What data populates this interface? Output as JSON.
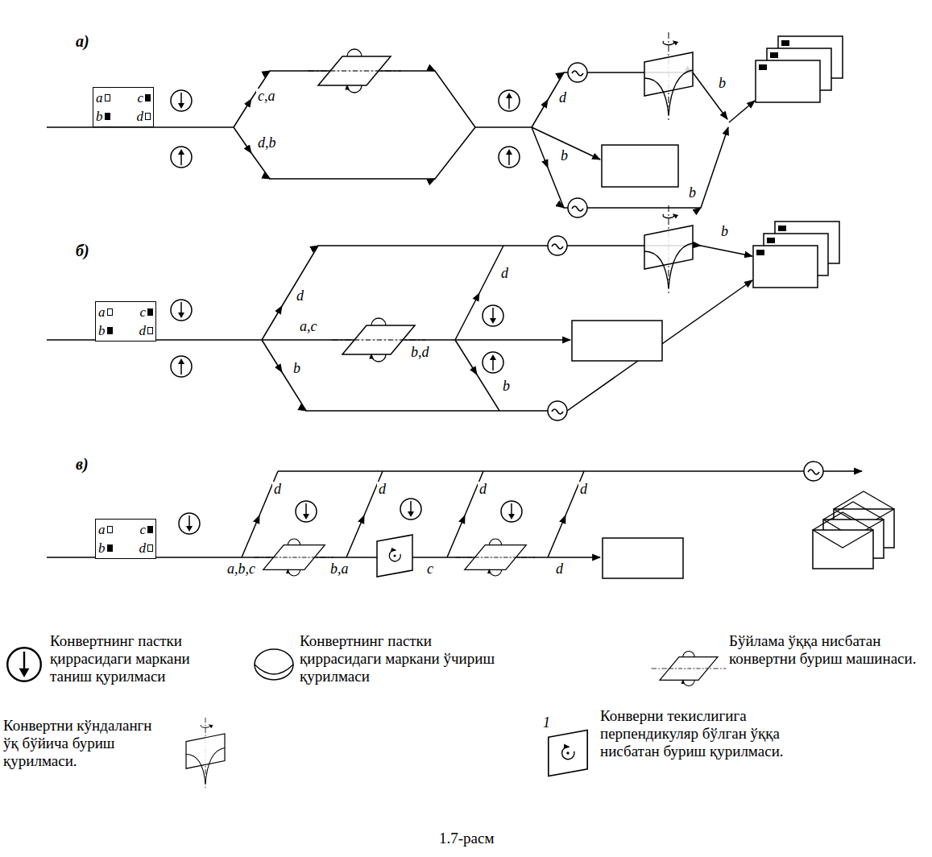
{
  "diagram": {
    "caption": "1.7-расм",
    "nodes": [
      {
        "text": [
          "a",
          "c",
          "b",
          "d"
        ]
      },
      {
        "text": [
          "a",
          "c",
          "b",
          "d"
        ]
      },
      {
        "text": [
          "a",
          "c",
          "b",
          "d"
        ]
      }
    ],
    "labels": [
      "а)",
      "c,a",
      "d,b",
      "d",
      "b",
      "b",
      "b",
      "б)",
      "d",
      "a,c",
      "b,d",
      "d",
      "b",
      "b",
      "b",
      "в)",
      "d",
      "d",
      "d",
      "d",
      "a,b,c",
      "b,a",
      "c",
      "d",
      "1"
    ],
    "legend": [
      {
        "text": "Конвертнинг пастки қиррасидаги маркани таниш қурилмаси"
      },
      {
        "text": "Конвертнинг пастки қиррасидаги маркани ўчириш қурилмаси"
      },
      {
        "text": "Бўйлама ўққа нисбатан конвертни буриш машинаси."
      },
      {
        "text": "Конвертни кўндалангн ўқ бўйича буриш қурилмаси."
      },
      {
        "text": "Конверни текислигига перпендикуляр бўлган ўққа нисбатан буриш қурилмаси."
      }
    ]
  }
}
